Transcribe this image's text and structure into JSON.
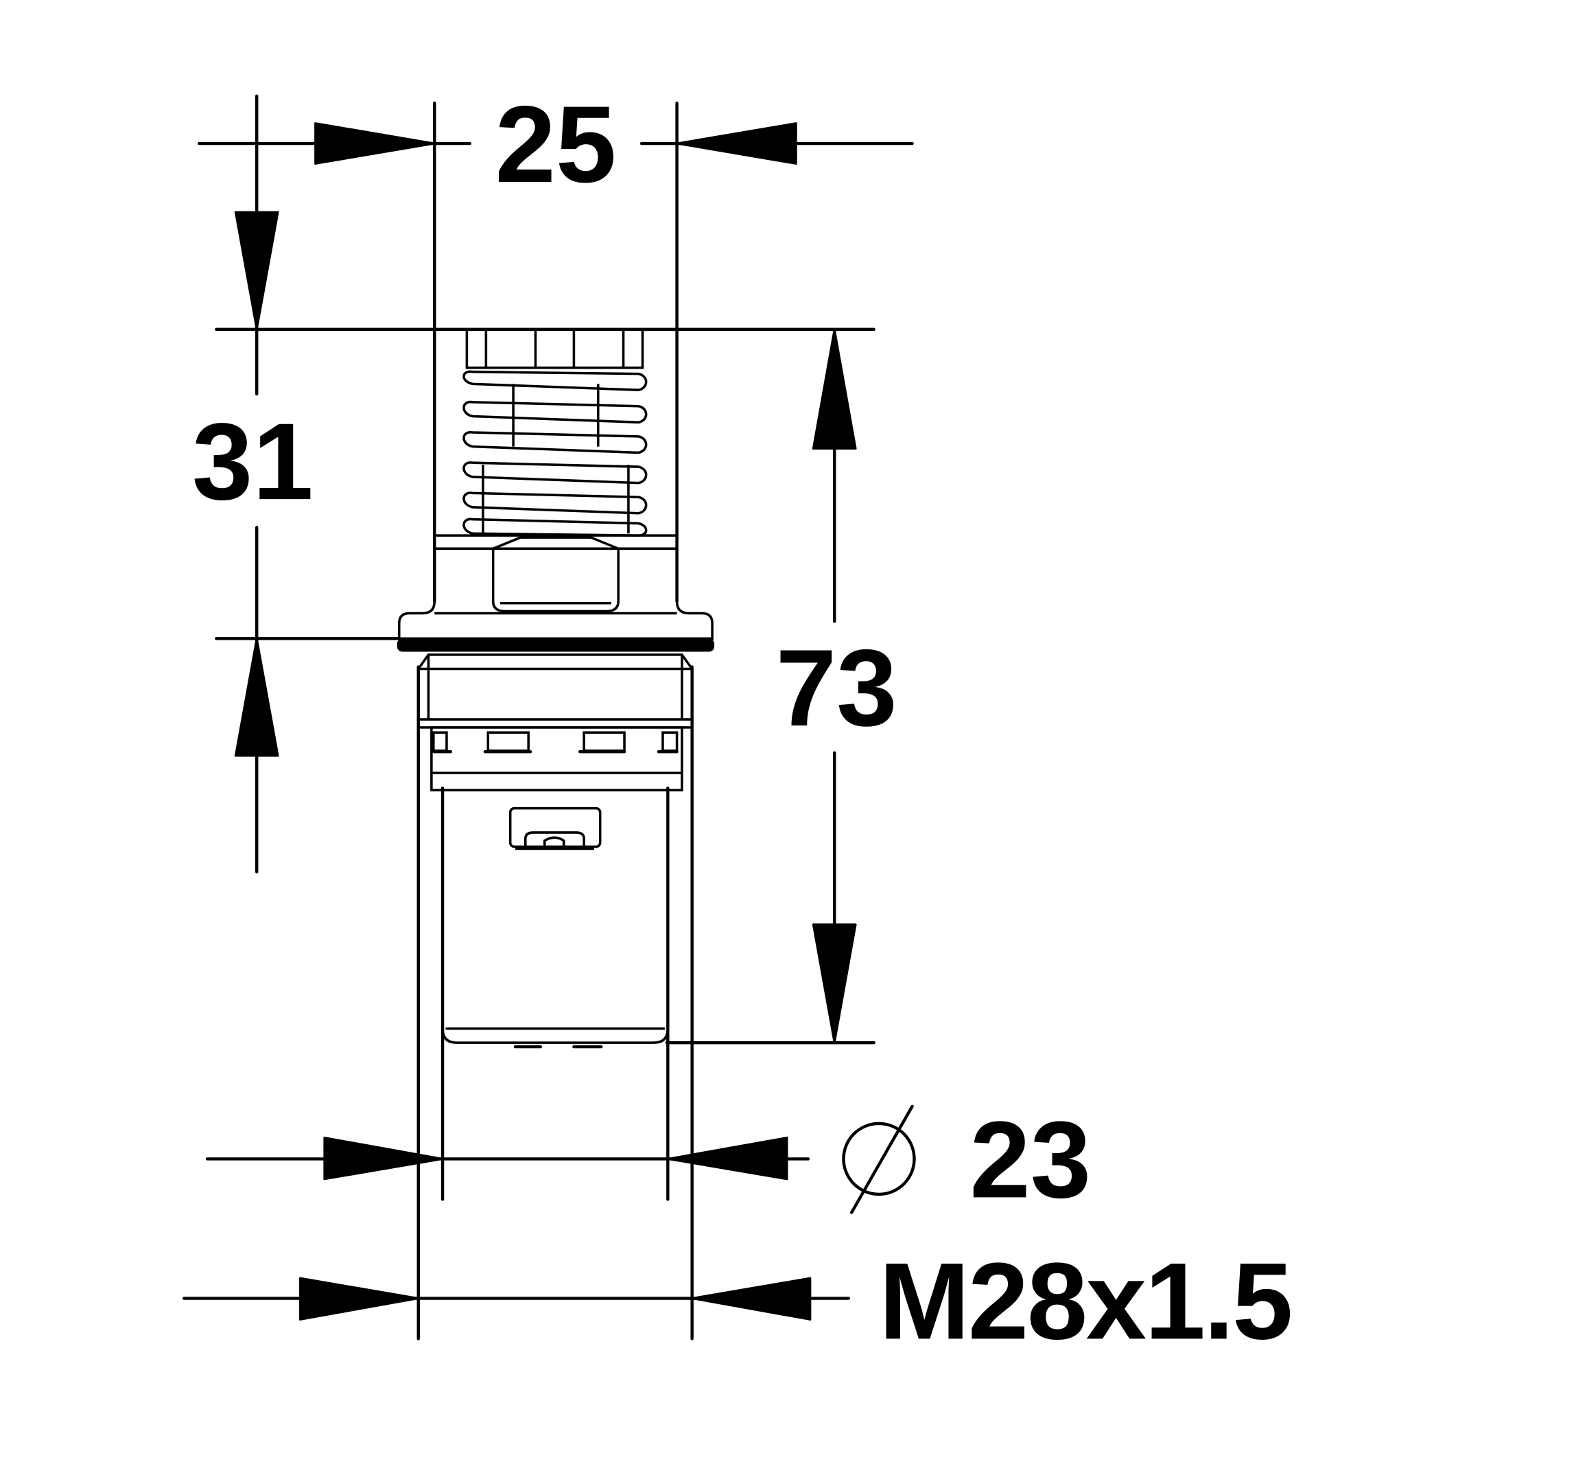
{
  "drawing": {
    "dimensions": {
      "width_top": "25",
      "height_spring": "31",
      "height_total": "73",
      "diameter": "23",
      "thread": "M28x1.5"
    },
    "symbols": {
      "diameter_symbol": "diameter-icon"
    }
  }
}
